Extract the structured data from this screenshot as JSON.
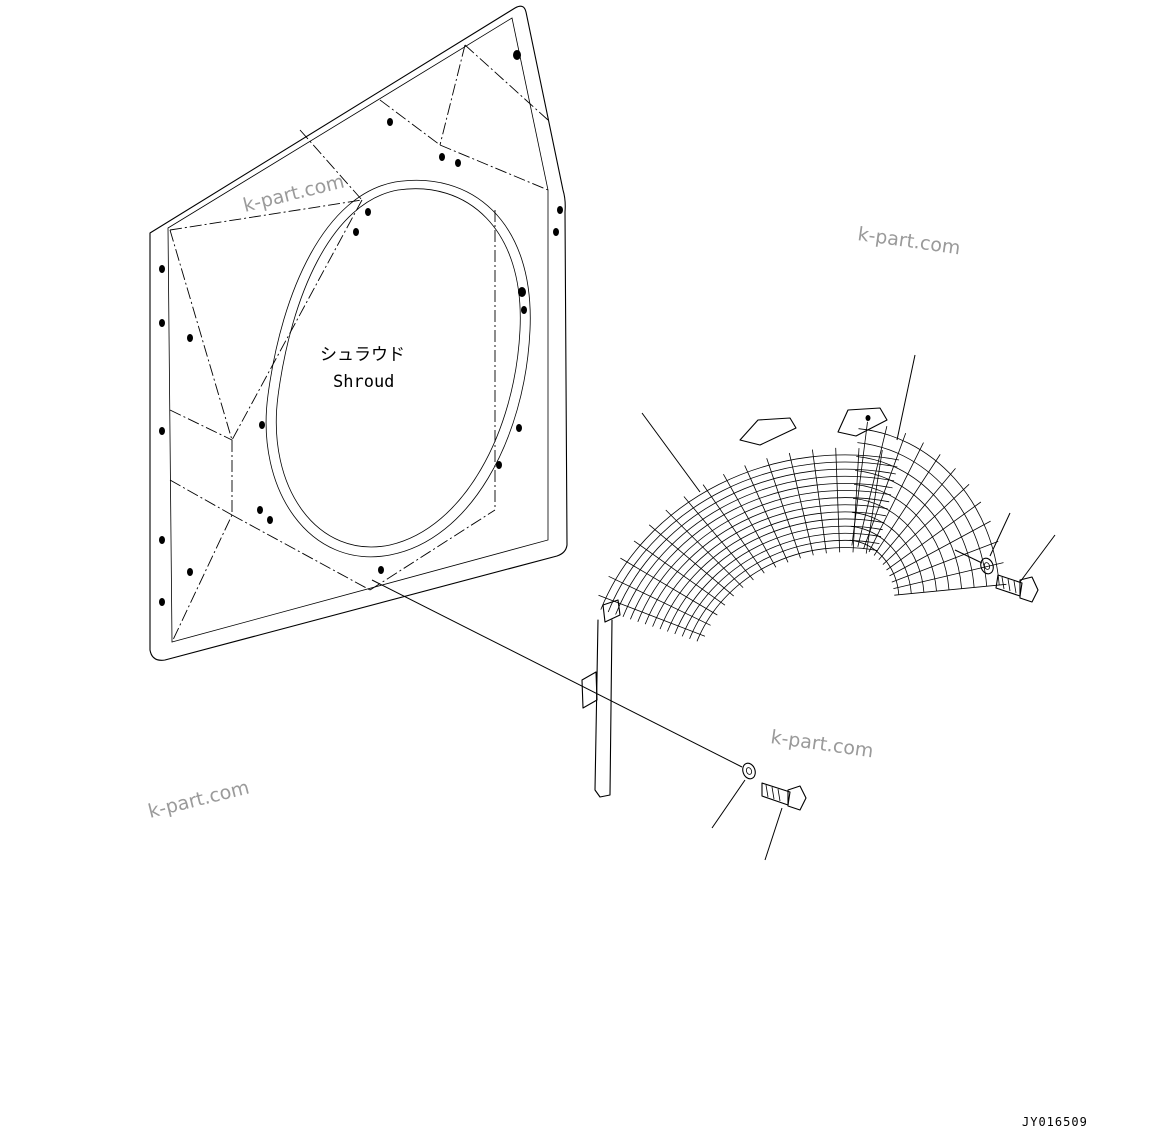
{
  "labels": {
    "shroud_jp": "シュラウド",
    "shroud_en": "Shroud"
  },
  "drawing_code": "JY016509",
  "watermark": "k-part.com",
  "colors": {
    "line": "#000000",
    "watermark": "#9a9a9a",
    "background": "#ffffff"
  }
}
